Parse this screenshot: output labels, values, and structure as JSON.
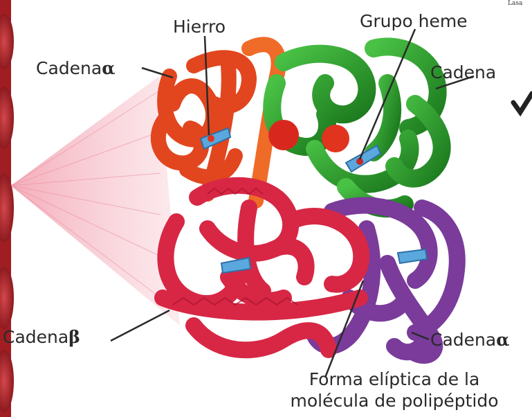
{
  "labels": {
    "alpha_top_text": "Cadena",
    "alpha_top_greek": "α",
    "hierro": "Hierro",
    "grupo_heme": "Grupo heme",
    "cadena_right_top": "Cadena",
    "beta_text": "Cadena",
    "beta_greek": "β",
    "alpha_bottom_text": "Cadena",
    "alpha_bottom_greek": "α",
    "forma_line1": "Forma elíptica de la",
    "forma_line2": "molécula de polipéptido"
  },
  "corner_text": "Lasa",
  "colors": {
    "background": "#ffffff",
    "blood_cells": "#b5262c",
    "alpha_chain": "#e2461e",
    "beta_chain": "#d72745",
    "green_chain": "#2e9a2c",
    "purple_chain": "#7a3b9a",
    "heme_group": "#5aa8dd",
    "label_text": "#2a2a2a"
  }
}
